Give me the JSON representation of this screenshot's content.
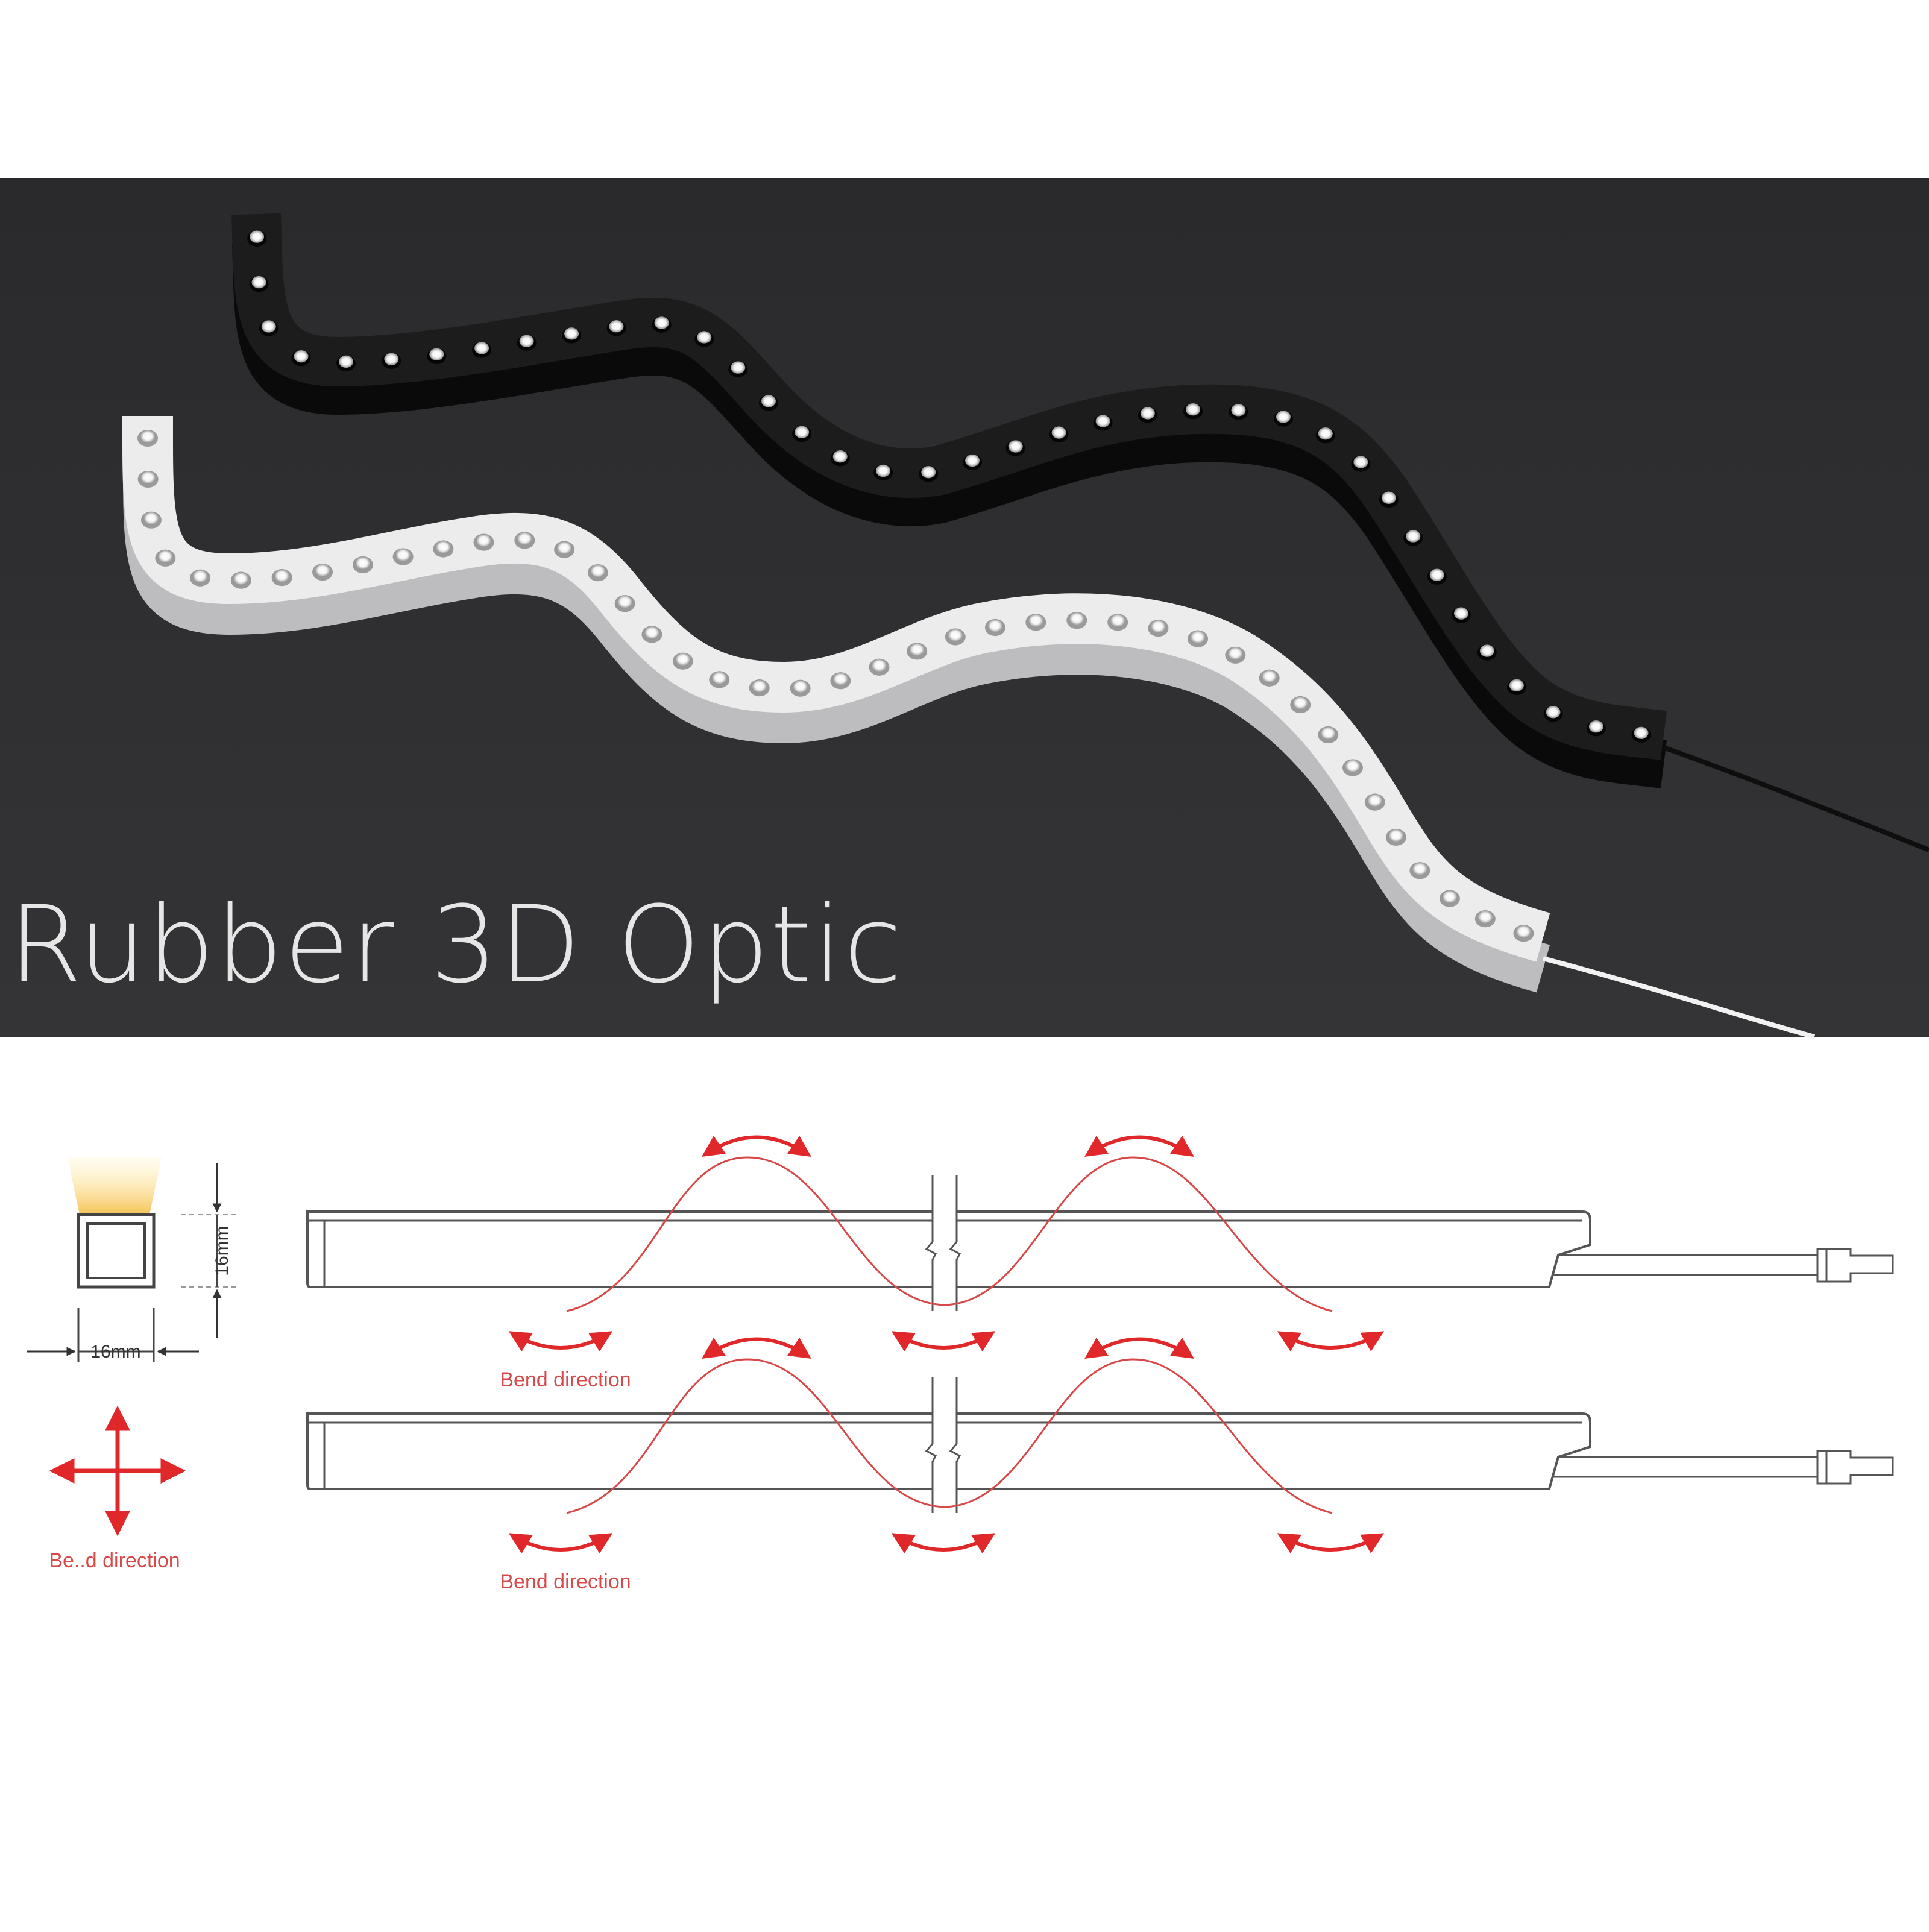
{
  "photo": {
    "title": "Rubber 3D Optic",
    "background_color": "#2d2d30",
    "strips": [
      {
        "name": "black-led-strip",
        "body_color": "#111111"
      },
      {
        "name": "white-led-strip",
        "body_color": "#e9e9ea"
      }
    ]
  },
  "cross_section": {
    "height_label": "16mm",
    "width_label": "16mm",
    "glow_color": "#f6c14d"
  },
  "bend_icon": {
    "label": "Be..d direction",
    "color": "#e0282a"
  },
  "diagrams": [
    {
      "bend_label": "Bend direction"
    },
    {
      "bend_label": "Bend direction"
    }
  ],
  "colors": {
    "bend_curve": "#d94848",
    "arrow": "#e0282a",
    "outline": "#555555"
  }
}
